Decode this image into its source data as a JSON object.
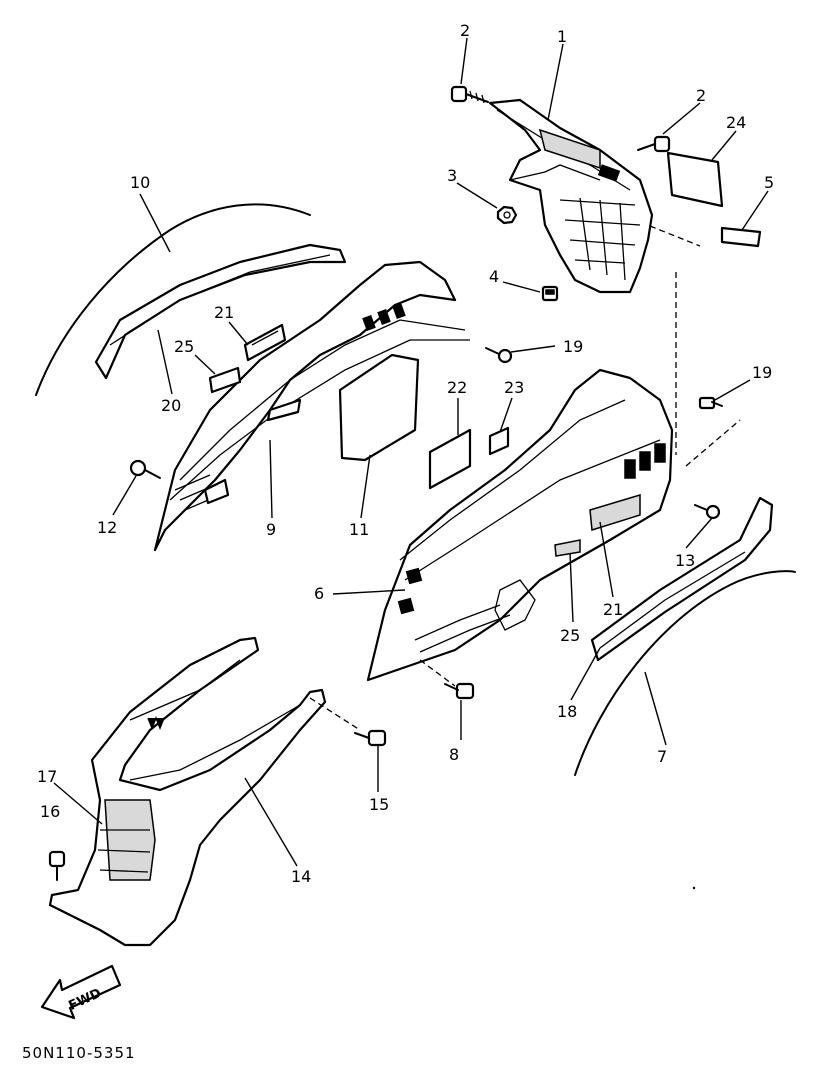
{
  "diagram": {
    "callouts": [
      {
        "id": "c1",
        "label": "1"
      },
      {
        "id": "c2a",
        "label": "2"
      },
      {
        "id": "c2b",
        "label": "2"
      },
      {
        "id": "c24",
        "label": "24"
      },
      {
        "id": "c3",
        "label": "3"
      },
      {
        "id": "c5",
        "label": "5"
      },
      {
        "id": "c4",
        "label": "4"
      },
      {
        "id": "c10",
        "label": "10"
      },
      {
        "id": "c21a",
        "label": "21"
      },
      {
        "id": "c25a",
        "label": "25"
      },
      {
        "id": "c20",
        "label": "20"
      },
      {
        "id": "c19a",
        "label": "19"
      },
      {
        "id": "c19b",
        "label": "19"
      },
      {
        "id": "c22",
        "label": "22"
      },
      {
        "id": "c23",
        "label": "23"
      },
      {
        "id": "c12",
        "label": "12"
      },
      {
        "id": "c9",
        "label": "9"
      },
      {
        "id": "c11",
        "label": "11"
      },
      {
        "id": "c13",
        "label": "13"
      },
      {
        "id": "c6",
        "label": "6"
      },
      {
        "id": "c21b",
        "label": "21"
      },
      {
        "id": "c25b",
        "label": "25"
      },
      {
        "id": "c18",
        "label": "18"
      },
      {
        "id": "c8",
        "label": "8"
      },
      {
        "id": "c7",
        "label": "7"
      },
      {
        "id": "c17",
        "label": "17"
      },
      {
        "id": "c16",
        "label": "16"
      },
      {
        "id": "c15",
        "label": "15"
      },
      {
        "id": "c14",
        "label": "14"
      }
    ],
    "fwd_label": "FWD",
    "drawing_number": "50N110-5351"
  }
}
